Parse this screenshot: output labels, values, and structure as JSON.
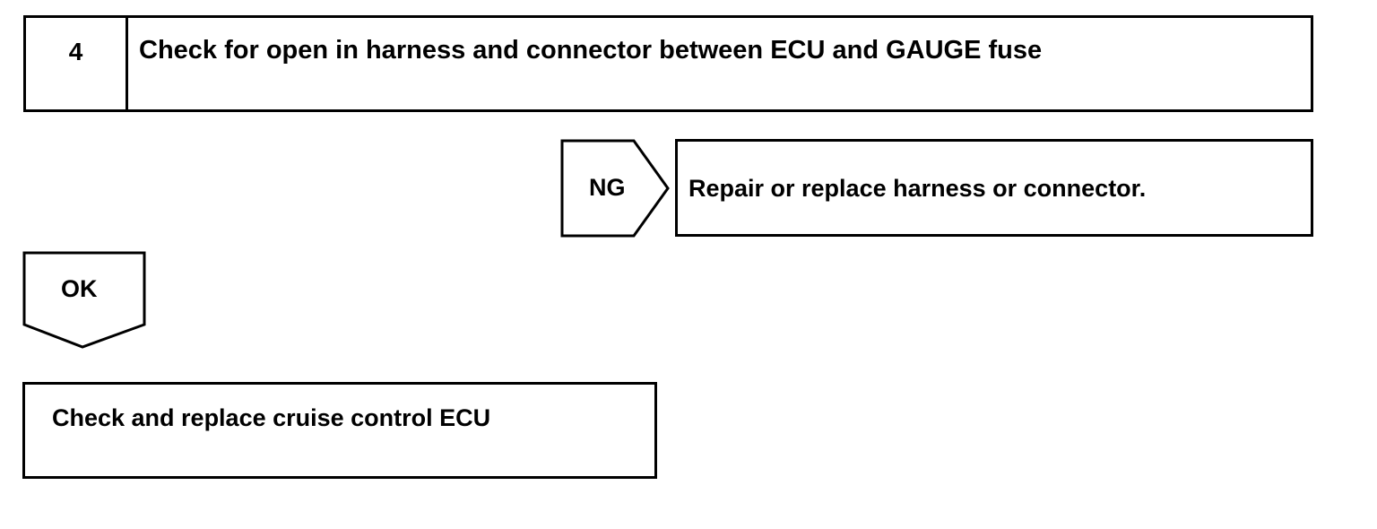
{
  "step": {
    "number": "4",
    "title": "Check for open in harness and connector between ECU and GAUGE fuse"
  },
  "ng_branch": {
    "label": "NG",
    "action": "Repair or replace harness or connector."
  },
  "ok_branch": {
    "label": "OK",
    "action": "Check and replace cruise control ECU"
  }
}
